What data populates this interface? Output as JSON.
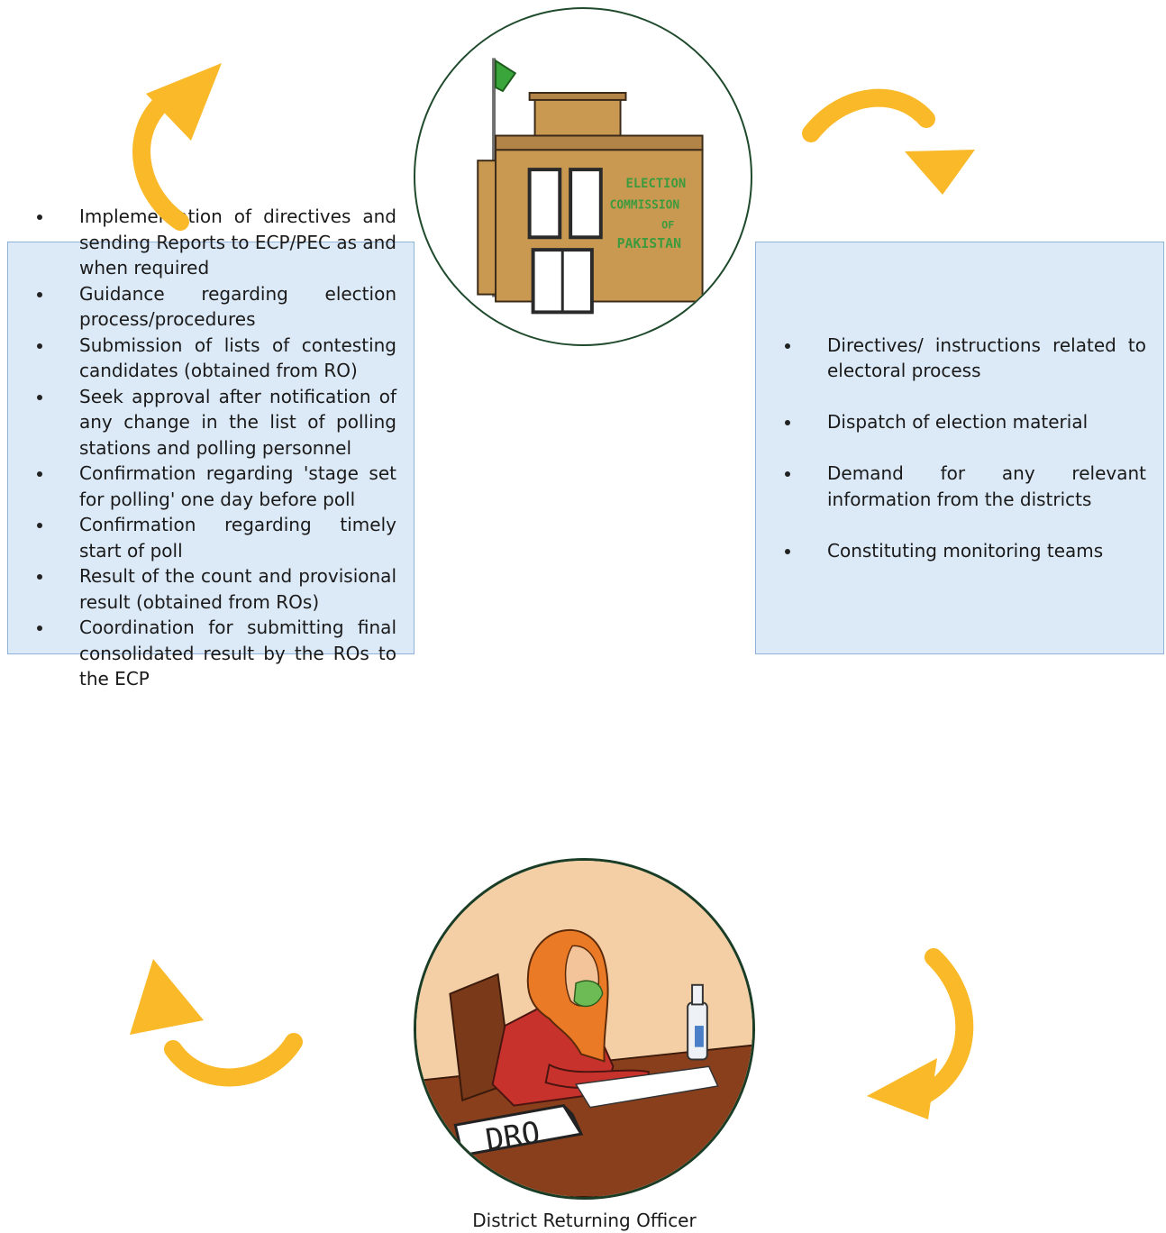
{
  "left_panel": {
    "items": [
      "Implementation of directives and sending Reports to ECP/PEC as and when required",
      "Guidance regarding election process/procedures",
      "Submission of lists of contesting candidates (obtained from RO)",
      "Seek approval after notification of any change in the list of polling stations and polling personnel",
      "Confirmation regarding 'stage set for polling' one day before poll",
      "Confirmation regarding timely start of poll",
      "Result of the count and provisional result (obtained from ROs)",
      "Coordination for submitting final consolidated result by the ROs to the ECP"
    ]
  },
  "right_panel": {
    "items": [
      "Directives/ instructions related to electoral process",
      "Dispatch of election material",
      "Demand for any relevant information from the districts",
      "Constituting monitoring teams"
    ]
  },
  "ecp_illustration": {
    "sign_lines": [
      "ELECTION",
      "COMMISSION",
      "OF",
      "PAKISTAN"
    ]
  },
  "dro_illustration": {
    "nameplate": "DRO"
  },
  "caption": "District Returning Officer",
  "colors": {
    "panel_fill": "#dce9f6",
    "panel_border": "#8fb2da",
    "arrow": "#f9b928",
    "ecp_ring": "#1f4a2c",
    "dro_ring": "#1b3d26"
  }
}
